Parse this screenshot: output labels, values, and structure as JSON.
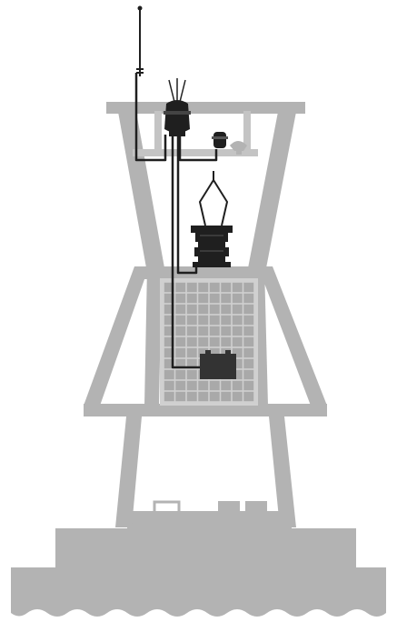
{
  "diagram": {
    "subject": "",
    "colors": {
      "structure": "#b3b3b3",
      "structure_light": "#c4c4c4",
      "panel_cell": "#a9a9a9",
      "panel_frame": "#d0d0d0",
      "equipment": "#1f1f1f",
      "cable": "#1f1f1f",
      "background": "#ffffff"
    },
    "components": [
      {
        "id": "antenna",
        "icon": "antenna-icon"
      },
      {
        "id": "gps-antenna",
        "icon": "gps-antenna-icon"
      },
      {
        "id": "data-logger",
        "icon": "data-logger-icon"
      },
      {
        "id": "navigation-light",
        "icon": "navigation-light-icon"
      },
      {
        "id": "radar-reflector",
        "icon": "radar-reflector-icon"
      },
      {
        "id": "solar-panel",
        "icon": "solar-panel-icon"
      },
      {
        "id": "battery-box",
        "icon": "battery-box-icon"
      },
      {
        "id": "sensor-cage",
        "icon": "sensor-cage-icon"
      },
      {
        "id": "cables",
        "icon": "cable-icon"
      }
    ]
  }
}
